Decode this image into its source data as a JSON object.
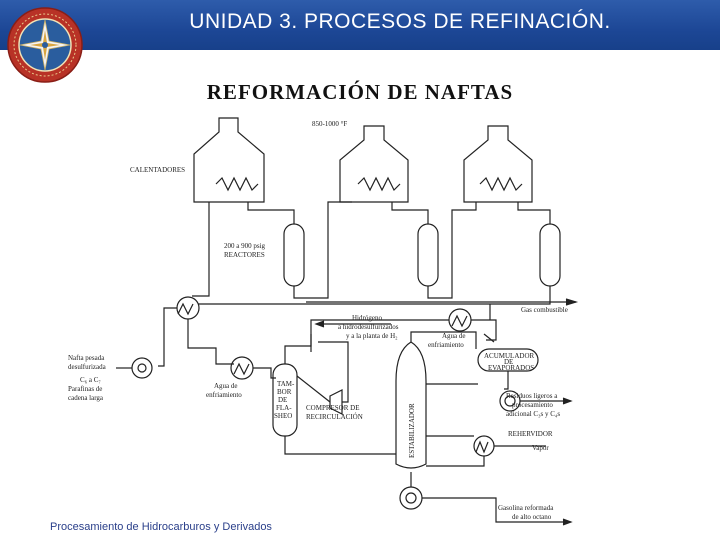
{
  "header": {
    "title": "UNIDAD  3.  PROCESOS DE REFINACIÓN."
  },
  "slide": {
    "subtitle": "REFORMACIÓN DE NAFTAS"
  },
  "footer": {
    "text": "Procesamiento de Hidrocarburos y Derivados"
  },
  "diagram": {
    "temp": "850-1000 °F",
    "heaters": "CALENTADORES",
    "pressure": "200 a 900 psig",
    "reactors": "REACTORES",
    "fuel_gas": "Gas combustible",
    "hydrogen": [
      "Hidrógeno",
      "a hidrodesulfurizados",
      "y a la planta de H₂"
    ],
    "cooling_water_1": [
      "Agua de",
      "enfriamiento"
    ],
    "accumulator": [
      "ACUMULADOR",
      "DE",
      "EVAPORADOS"
    ],
    "naphtha_feed": [
      "Nafta pesada",
      "desulfurizada"
    ],
    "c6c7": "C₆ a C₇",
    "paraffins": [
      "Parafinas de",
      "cadena larga"
    ],
    "cooling_water_2": [
      "Agua de",
      "enfriamiento"
    ],
    "flash_drum": [
      "TAM-",
      "BOR",
      "DE",
      "FLA-",
      "SHEO"
    ],
    "compressor": [
      "COMPRESOR DE",
      "RECIRCULACIÓN"
    ],
    "stabilizer": "ESTABILIZADOR",
    "light_residue": [
      "Residuos ligeros a",
      "procesamiento",
      "adicional C₃s y C₄s"
    ],
    "reboiler": "REHERVIDOR",
    "steam": "Vapor",
    "gasoline": [
      "Gasolina reformada",
      "de alto octano"
    ]
  }
}
